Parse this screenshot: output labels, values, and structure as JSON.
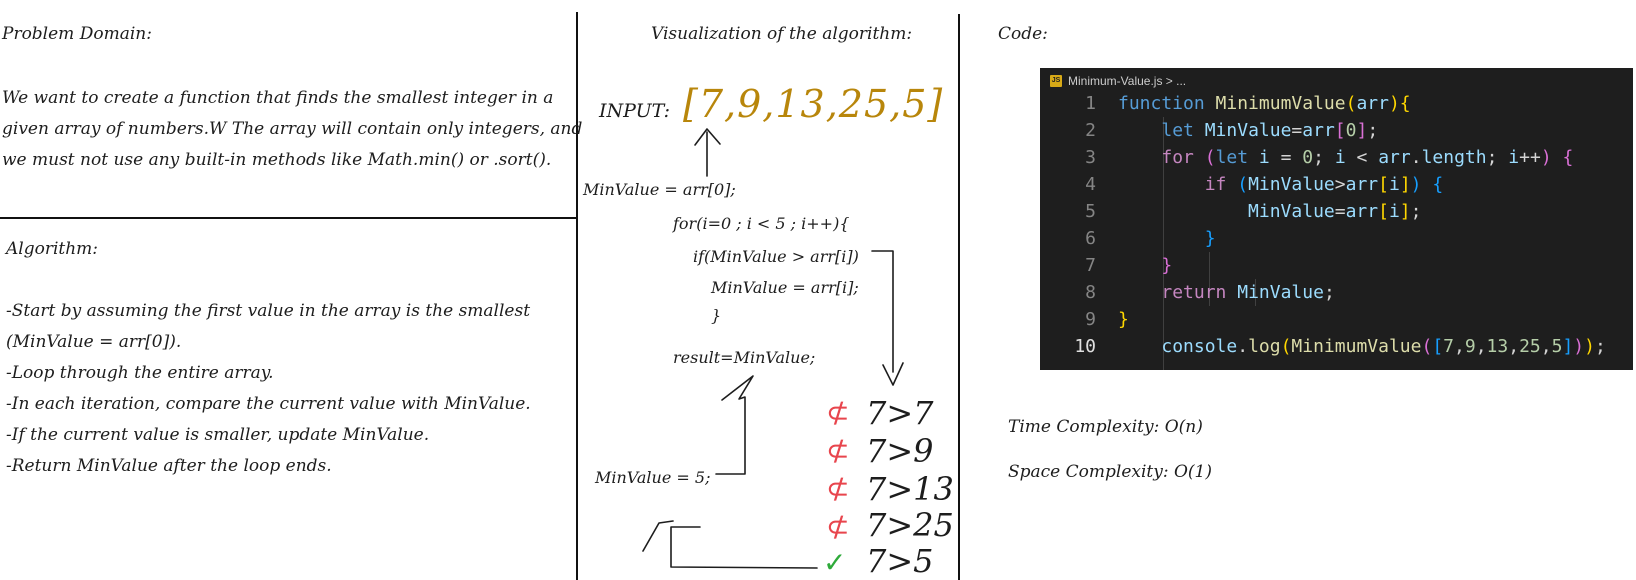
{
  "problem": {
    "heading": "Problem Domain:",
    "lines": [
      "We want to create a function that finds the smallest integer in a",
      "given array of numbers.W The array will contain only integers, and",
      "we must not use any built-in methods like Math.min() or .sort()."
    ]
  },
  "algorithm": {
    "heading": "Algorithm:",
    "lines": [
      "-Start by assuming the first value in the array is the smallest",
      "(MinValue = arr[0]).",
      "-Loop through the entire array.",
      "-In each iteration, compare the current value with MinValue.",
      "-If the current value is smaller, update MinValue.",
      "-Return MinValue after the loop ends."
    ]
  },
  "visualization": {
    "heading": "Visualization of the algorithm:",
    "input_label": "INPUT:",
    "input_array": "[7,9,13,25,5]",
    "code_lines": [
      "MinValue = arr[0];",
      "for(i=0 ; i < 5 ; i++){",
      "if(MinValue > arr[i])",
      "MinValue = arr[i];",
      "}",
      "result=MinValue;"
    ],
    "final_value": "MinValue = 5;",
    "comparisons": [
      {
        "text": "7>7",
        "result": "false"
      },
      {
        "text": "7>9",
        "result": "false"
      },
      {
        "text": "7>13",
        "result": "false"
      },
      {
        "text": "7>25",
        "result": "false"
      },
      {
        "text": "7>5",
        "result": "true"
      }
    ],
    "colors": {
      "input": "#b8860b",
      "cross": "#e8454d",
      "check": "#2eaa3a",
      "ink": "#1d1d1d"
    }
  },
  "code": {
    "heading": "Code:",
    "tab_badge": "JS",
    "tab_title": "Minimum-Value.js > ...",
    "line_numbers": [
      "1",
      "2",
      "3",
      "4",
      "5",
      "6",
      "7",
      "8",
      "9",
      "10"
    ]
  },
  "complexity": {
    "time": "Time Complexity: O(n)",
    "space": "Space Complexity: O(1)"
  }
}
